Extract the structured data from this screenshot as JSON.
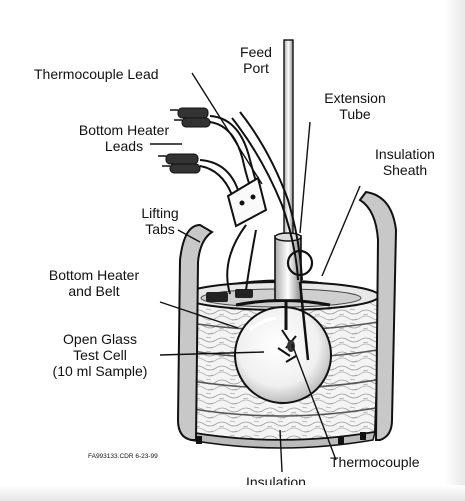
{
  "labels": {
    "feed_port": [
      "Feed",
      "Port"
    ],
    "thermocouple_lead": "Thermocouple Lead",
    "extension_tube": [
      "Extension",
      "Tube"
    ],
    "bottom_heater_leads": [
      "Bottom Heater",
      "Leads"
    ],
    "insulation_sheath": [
      "Insulation",
      "Sheath"
    ],
    "lifting_tabs": [
      "Lifting",
      "Tabs"
    ],
    "bottom_heater_belt": [
      "Bottom Heater",
      "and Belt"
    ],
    "test_cell": [
      "Open Glass",
      "Test Cell",
      "(10 ml Sample)"
    ],
    "thermocouple": "Thermocouple",
    "insulation": "Insulation"
  },
  "figure_code": "FA993133.CDR  6-23-99"
}
